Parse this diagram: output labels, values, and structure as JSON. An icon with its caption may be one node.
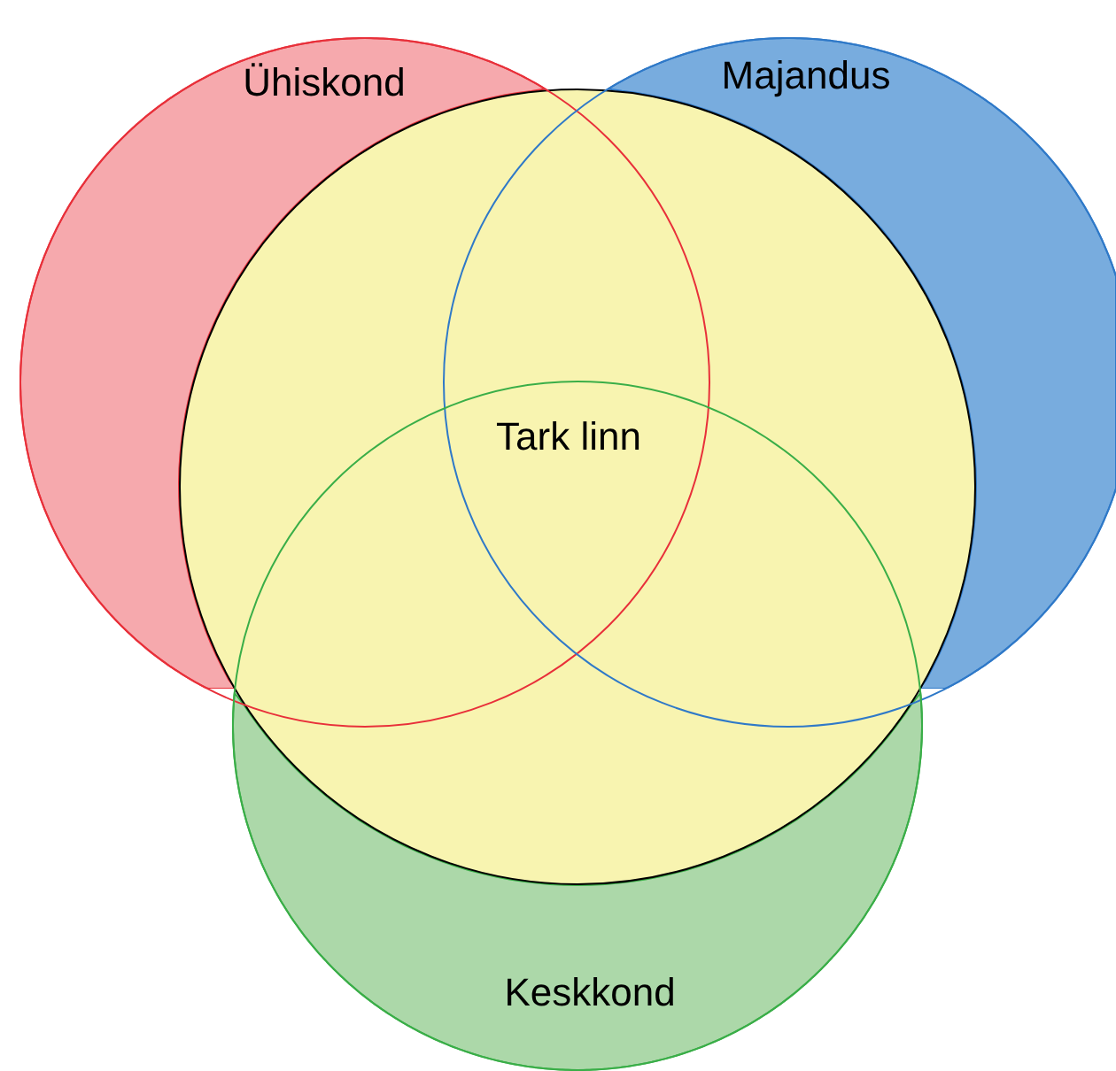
{
  "diagram": {
    "nodes": [
      {
        "text": [
          "Ühiskond"
        ]
      },
      {
        "text": [
          "Majandus"
        ]
      },
      {
        "text": [
          "Keskkond"
        ]
      },
      {
        "text": [
          "Tark linn"
        ]
      }
    ]
  }
}
